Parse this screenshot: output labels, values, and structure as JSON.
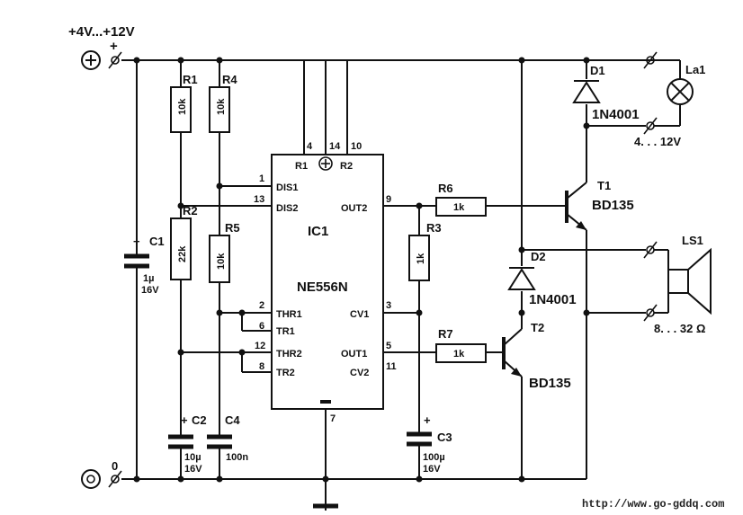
{
  "supply": {
    "label": "+4V...+12V",
    "plus_sign": "+",
    "ground_label": "0"
  },
  "ic": {
    "name": "IC1",
    "part": "NE556N",
    "pins_left": [
      {
        "num": "1",
        "name": "DIS1"
      },
      {
        "num": "13",
        "name": "DIS2"
      },
      {
        "num": "2",
        "name": "THR1"
      },
      {
        "num": "6",
        "name": "TR1"
      },
      {
        "num": "12",
        "name": "THR2"
      },
      {
        "num": "8",
        "name": "TR2"
      }
    ],
    "pins_right": [
      {
        "num": "9",
        "name": "OUT2"
      },
      {
        "num": "3",
        "name": "CV1"
      },
      {
        "num": "5",
        "name": "OUT1"
      },
      {
        "num": "11",
        "name": "CV2"
      }
    ],
    "pins_top": [
      {
        "num": "4",
        "name": "R1"
      },
      {
        "num": "14",
        "name": ""
      },
      {
        "num": "10",
        "name": "R2"
      }
    ],
    "pin_bottom": "7"
  },
  "resistors": [
    {
      "ref": "R1",
      "value": "10k"
    },
    {
      "ref": "R4",
      "value": "10k"
    },
    {
      "ref": "R2",
      "value": "22k"
    },
    {
      "ref": "R5",
      "value": "10k"
    },
    {
      "ref": "R3",
      "value": "1k"
    },
    {
      "ref": "R6",
      "value": "1k"
    },
    {
      "ref": "R7",
      "value": "1k"
    }
  ],
  "capacitors": [
    {
      "ref": "C1",
      "value_line1": "1µ",
      "value_line2": "16V",
      "plus": "+"
    },
    {
      "ref": "C2",
      "value_line1": "10µ",
      "value_line2": "16V",
      "plus": "+"
    },
    {
      "ref": "C4",
      "value_line1": "100n",
      "value_line2": ""
    },
    {
      "ref": "C3",
      "value_line1": "100µ",
      "value_line2": "16V",
      "plus": "+"
    }
  ],
  "diodes": [
    {
      "ref": "D1",
      "part": "1N4001"
    },
    {
      "ref": "D2",
      "part": "1N4001"
    }
  ],
  "transistors": [
    {
      "ref": "T1",
      "part": "BD135"
    },
    {
      "ref": "T2",
      "part": "BD135"
    }
  ],
  "lamp": {
    "ref": "La1",
    "voltage": "4. . . 12V"
  },
  "speaker": {
    "ref": "LS1",
    "impedance": "8. . . 32 Ω"
  },
  "watermark": "http://www.go-gddq.com"
}
